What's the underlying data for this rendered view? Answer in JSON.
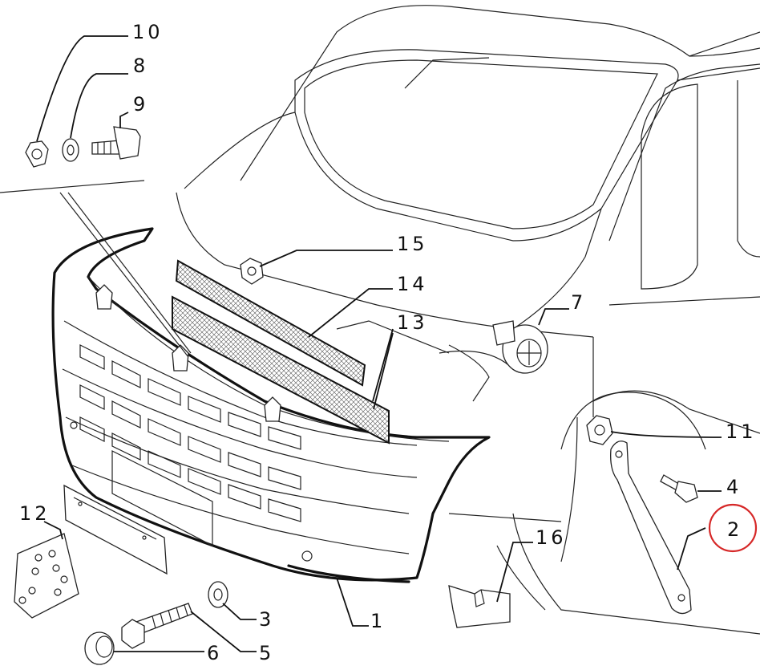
{
  "diagram": {
    "callouts": [
      {
        "label": "1"
      },
      {
        "label": "2",
        "highlighted": true
      },
      {
        "label": "3"
      },
      {
        "label": "4"
      },
      {
        "label": "5"
      },
      {
        "label": "6"
      },
      {
        "label": "7"
      },
      {
        "label": "8"
      },
      {
        "label": "9"
      },
      {
        "label": "10"
      },
      {
        "label": "11"
      },
      {
        "label": "12"
      },
      {
        "label": "13"
      },
      {
        "label": "14"
      },
      {
        "label": "15"
      },
      {
        "label": "16"
      }
    ],
    "highlight_color": "#d62828",
    "line_color": "#222222"
  }
}
